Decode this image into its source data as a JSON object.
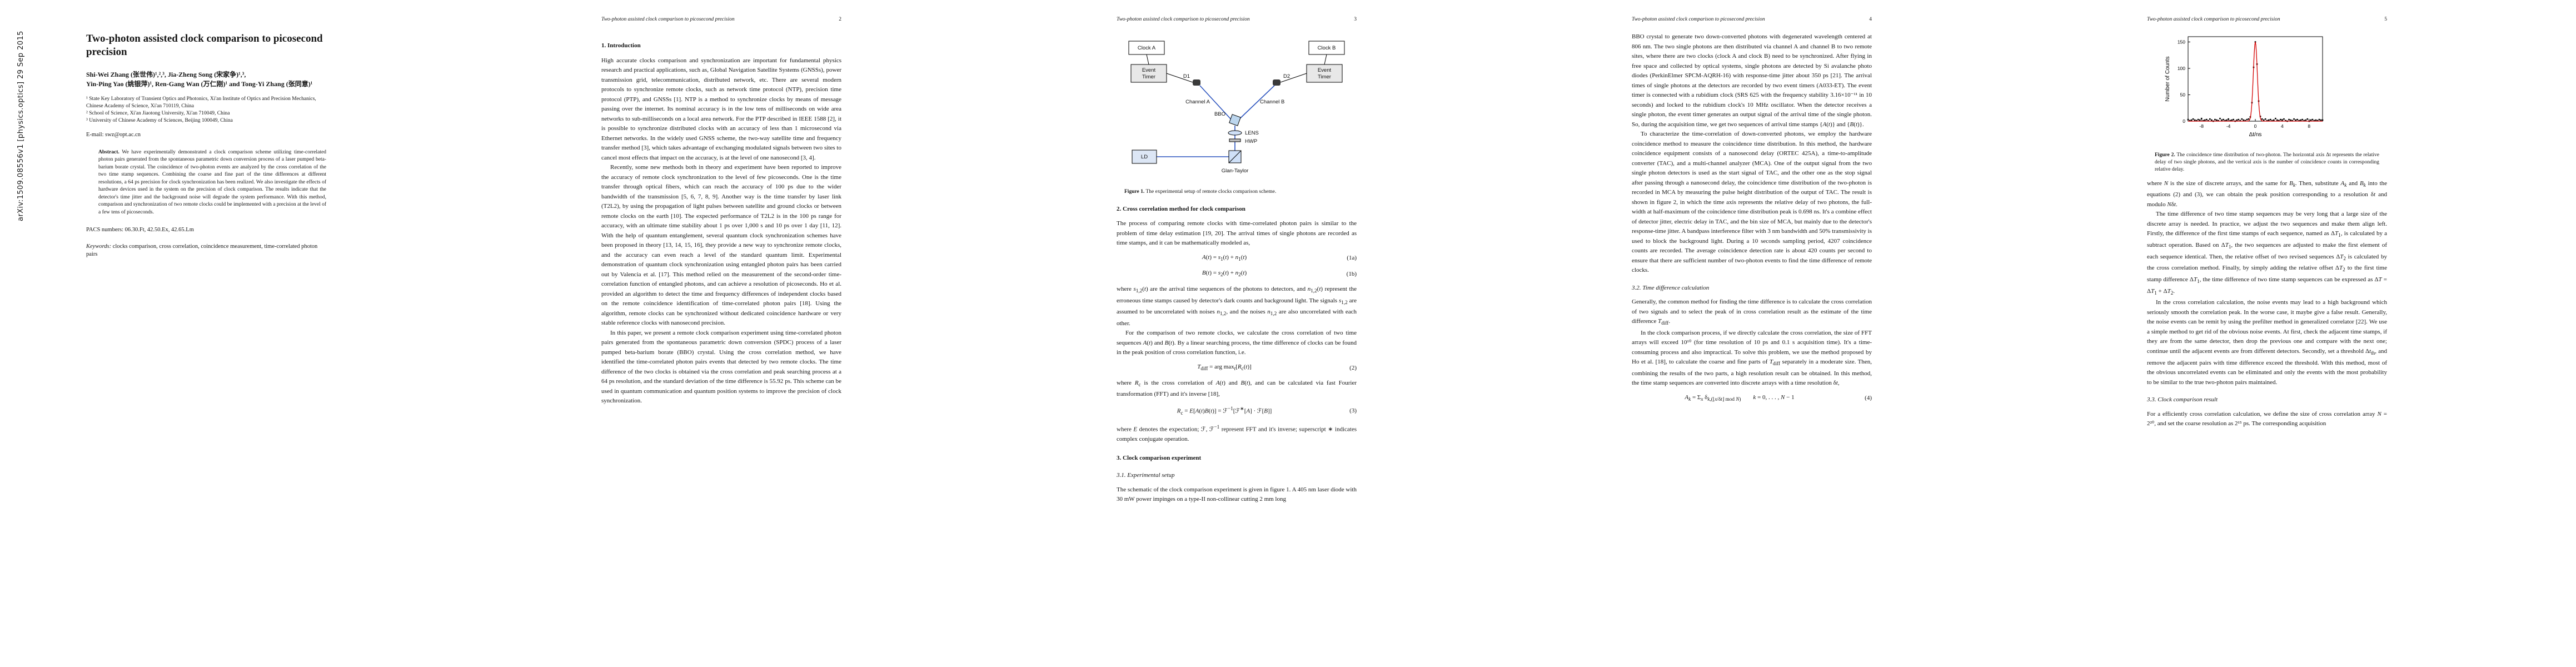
{
  "meta": {
    "arxiv_stamp": "arXiv:1509.08556v1  [physics.optics]  29 Sep 2015"
  },
  "header": {
    "running_title": "Two-photon assisted clock comparison to picosecond precision"
  },
  "page1": {
    "title": "Two-photon assisted clock comparison to picosecond precision",
    "authors_line1": "Shi-Wei Zhang (张世伟)¹,²,³, Jia-Zheng Song (宋家争)¹,³,",
    "authors_line2": "Yin-Ping Yao (姚银萍)¹, Ren-Gang Wan (万仁刚)¹ and Tong-Yi Zhang (张同意)¹",
    "affiliations": [
      "¹ State Key Laboratory of Transient Optics and Photonics, Xi'an Institute of Optics and Precision Mechanics, Chinese Academy of Science, Xi'an 710119, China",
      "² School of Science, Xi'an Jiaotong University, Xi'an 710049, China",
      "³ University of Chinese Academy of Sciences, Beijing 100049, China"
    ],
    "email": "E-mail: swz@opt.ac.cn",
    "abstract_label": "Abstract.",
    "abstract_text": "We have experimentally demonstrated a clock comparison scheme utilizing time-correlated photon pairs generated from the spontaneous parametric down conversion process of a laser pumped beta-barium borate crystal. The coincidence of two-photon events are analyzed by the cross correlation of the two time stamp sequences. Combining the coarse and fine part of the time differences at different resolutions, a 64 ps precision for clock synchronization has been realized. We also investigate the effects of hardware devices used in the system on the precision of clock comparison. The results indicate that the detector's time jitter and the background noise will degrade the system performance. With this method, comparison and synchronization of two remote clocks could be implemented with a precision at the level of a few tens of picoseconds.",
    "pacs": "PACS numbers: 06.30.Ft, 42.50.Ex, 42.65.Lm",
    "keywords_label": "Keywords:",
    "keywords_text": "clocks comparison, cross correlation, coincidence measurement, time-correlated photon pairs"
  },
  "page2": {
    "page_number": "2",
    "section1_title": "1. Introduction",
    "para1": "High accurate clocks comparison and synchronization are important for fundamental physics research and practical applications, such as, Global Navigation Satellite Systems (GNSSs), power transmission grid, telecommunication, distributed network, etc. There are several modern protocols to synchronize remote clocks, such as network time protocol (NTP), precision time protocol (PTP), and GNSSs [1]. NTP is a method to synchronize clocks by means of message passing over the internet. Its nominal accuracy is in the low tens of milliseconds on wide area networks to sub-milliseconds on a local area network. For the PTP described in IEEE 1588 [2], it is possible to synchronize distributed clocks with an accuracy of less than 1 microsecond via Ethernet networks. In the widely used GNSS scheme, the two-way satellite time and frequency transfer method [3], which takes advantage of exchanging modulated signals between two sites to cancel most effects that impact on the accuracy, is at the level of one nanosecond [3, 4].",
    "para2": "Recently, some new methods both in theory and experiment have been reported to improve the accuracy of remote clock synchronization to the level of few picoseconds. One is the time transfer through optical fibers, which can reach the accuracy of 100 ps due to the wider bandwidth of the transmission [5, 6, 7, 8, 9]. Another way is the time transfer by laser link (T2L2), by using the propagation of light pulses between satellite and ground clocks or between remote clocks on the earth [10]. The expected performance of T2L2 is in the 100 ps range for accuracy, with an ultimate time stability about 1 ps over 1,000 s and 10 ps over 1 day [11, 12]. With the help of quantum entanglement, several quantum clock synchronization schemes have been proposed in theory [13, 14, 15, 16], they provide a new way to synchronize remote clocks, and the accuracy can even reach a level of the standard quantum limit. Experimental demonstration of quantum clock synchronization using entangled photon pairs has been carried out by Valencia et al. [17]. This method relied on the measurement of the second-order time-correlation function of entangled photons, and can achieve a resolution of picoseconds. Ho et al. provided an algorithm to detect the time and frequency differences of independent clocks based on the remote coincidence identification of time-correlated photon pairs [18]. Using the algorithm, remote clocks can be synchronized without dedicated coincidence hardware or very stable reference clocks with nanosecond precision.",
    "para3": "In this paper, we present a remote clock comparison experiment using time-correlated photon pairs generated from the spontaneous parametric down conversion (SPDC) process of a laser pumped beta-barium borate (BBO) crystal. Using the cross correlation method, we have identified the time-correlated photon pairs events that detected by two remote clocks. The time difference of the two clocks is obtained via the cross correlation and peak searching process at a 64 ps resolution, and the standard deviation of the time difference is 55.92 ps. This scheme can be used in quantum communication and quantum position systems to improve the precision of clock synchronization."
  },
  "page3": {
    "page_number": "3",
    "figure1": {
      "labels": {
        "clock_a": "Clock A",
        "clock_b": "Clock B",
        "event": "Event",
        "timer": "Timer",
        "channel_a": "Channel A",
        "channel_b": "Channel B",
        "d1": "D1",
        "d2": "D2",
        "bbo": "BBO",
        "lens": "LENS",
        "hwp": "HWP",
        "ld": "LD",
        "glan_taylor": "Glan-Taylor"
      },
      "caption_label": "Figure 1.",
      "caption_text": "The experimental setup of remote clocks comparison scheme."
    },
    "section2_title": "2. Cross correlation method for clock comparison",
    "para1": "The process of comparing remote clocks with time-correlated photon pairs is similar to the problem of time delay estimation [19, 20]. The arrival times of single photons are recorded as time stamps, and it can be mathematically modeled as,",
    "eq1a_html": "<i>A</i>(<i>t</i>) = <i>s</i><sub>1</sub>(<i>t</i>) + <i>n</i><sub>1</sub>(<i>t</i>)",
    "eq1a_num": "(1a)",
    "eq1b_html": "<i>B</i>(<i>t</i>) = <i>s</i><sub>2</sub>(<i>t</i>) + <i>n</i><sub>2</sub>(<i>t</i>)",
    "eq1b_num": "(1b)",
    "para2_html": "where <i>s</i><sub>1,2</sub>(<i>t</i>) are the arrival time sequences of the photons to detectors, and <i>n</i><sub>1,2</sub>(<i>t</i>) represent the erroneous time stamps caused by detector's dark counts and background light. The signals <i>s</i><sub>1,2</sub> are assumed to be uncorrelated with noises <i>n</i><sub>1,2</sub>, and the noises <i>n</i><sub>1,2</sub> are also uncorrelated with each other.",
    "para3_html": "For the comparison of two remote clocks, we calculate the cross correlation of two time sequences <i>A</i>(<i>t</i>) and <i>B</i>(<i>t</i>). By a linear searching process, the time difference of clocks can be found in the peak position of cross correlation function, i.e.",
    "eq2_html": "<i>T</i><sub>diff</sub> = arg max<sub><i>t</i></sub>[<i>R</i><sub>c</sub>(<i>t</i>)]",
    "eq2_num": "(2)",
    "para4_html": "where <i>R</i><sub>c</sub> is the cross correlation of <i>A</i>(<i>t</i>) and <i>B</i>(<i>t</i>), and can be calculated via fast Fourier transformation (FFT) and it's inverse [18],",
    "eq3_html": "<i>R</i><sub>c</sub> = <i>E</i>[<i>A</i>(<i>t</i>)<i>B</i>(<i>t</i>)] = ℱ<sup>−1</sup>[ℱ<sup>∗</sup>[<i>A</i>] · ℱ[<i>B</i>]]",
    "eq3_num": "(3)",
    "para5_html": "where <i>E</i> denotes the expectation; ℱ, ℱ<sup>−1</sup> represent FFT and it's inverse; superscript ∗ indicates complex conjugate operation.",
    "section3_title": "3. Clock comparison experiment",
    "section31_title": "3.1. Experimental setup",
    "para6": "The schematic of the clock comparison experiment is given in figure 1. A 405 nm laser diode with 30 mW power impinges on a type-II non-collinear cutting 2 mm long"
  },
  "page4": {
    "page_number": "4",
    "para1_html": "BBO crystal to generate two down-converted photons with degenerated wavelength centered at 806 nm. The two single photons are then distributed via channel A and channel B to two remote sites, where there are two clocks (clock A and clock B) need to be synchronized. After flying in free space and collected by optical systems, single photons are detected by Si avalanche photo diodes (PerkinElmer SPCM-AQRH-16) with response-time jitter about 350 ps [21]. The arrival times of single photons at the detectors are recorded by two event timers (A033-ET). The event timer is connected with a rubidium clock (SRS 625 with the frequency stability 3.16×10⁻¹¹ in 10 seconds) and locked to the rubidium clock's 10 MHz oscillator. When the detector receives a single photon, the event timer generates an output signal of the arrival time of the single photon. So, during the acquisition time, we get two sequences of arrival time stamps {<i>A</i>(<i>t</i>)} and {<i>B</i>(<i>t</i>)}.",
    "para2": "To characterize the time-correlation of down-converted photons, we employ the hardware coincidence method to measure the coincidence time distribution. In this method, the hardware coincidence equipment consists of a nanosecond delay (ORTEC 425A), a time-to-amplitude converter (TAC), and a multi-channel analyzer (MCA). One of the output signal from the two single photon detectors is used as the start signal of TAC, and the other one as the stop signal after passing through a nanosecond delay, the coincidence time distribution of the two-photon is recorded in MCA by measuring the pulse height distribution of the output of TAC. The result is shown in figure 2, in which the time axis represents the relative delay of two photons, the full-width at half-maximum of the coincidence time distribution peak is 0.698 ns. It's a combine effect of detector jitter, electric delay in TAC, and the bin size of MCA, but mainly due to the detector's response-time jitter. A bandpass interference filter with 3 nm bandwidth and 50% transmissivity is used to block the background light. During a 10 seconds sampling period, 4207 coincidence counts are recorded. The average coincidence detection rate is about 420 counts per second to ensure that there are sufficient number of two-photon events to find the time difference of remote clocks.",
    "section32_title": "3.2. Time difference calculation",
    "para3_html": "Generally, the common method for finding the time difference is to calculate the cross correlation of two signals and to select the peak of in cross correlation result as the estimate of the time difference <i>T</i><sub>diff</sub>.",
    "para4_html": "In the clock comparison process, if we directly calculate the cross correlation, the size of FFT arrays will exceed 10¹⁰ (for time resolution of 10 ps and 0.1 s acquisition time). It's a time-consuming process and also impractical. To solve this problem, we use the method proposed by Ho et al. [18], to calculate the coarse and fine parts of <i>T</i><sub>diff</sub> separately in a moderate size. Then, combining the results of the two parts, a high resolution result can be obtained. In this method, the time stamp sequences are converted into discrete arrays with a time resolution δ<i>t</i>,",
    "eq4_html": "<i>A</i><sub><i>k</i></sub> = Σ<sub><i>x</i></sub> δ<sub><i>k</i>,(⌊<i>x</i>/δ<i>t</i>⌋ mod <i>N</i>)</sub>&emsp;&emsp;<i>k</i> = 0, . . . , <i>N</i> − 1",
    "eq4_num": "(4)"
  },
  "page5": {
    "page_number": "5",
    "figure2": {
      "caption_label": "Figure 2.",
      "caption_text": "The coincidence time distribution of two-photon. The horizontal axis Δt represents the relative delay of two single photons, and the vertical axis is the number of coincidence counts in corresponding relative delay."
    },
    "para1_html": "where <i>N</i> is the size of discrete arrays, and the same for <i>B</i><sub><i>k</i></sub>. Then, substitute <i>A</i><sub><i>k</i></sub> and <i>B</i><sub><i>k</i></sub> into the equations (2) and (3), we can obtain the peak position corresponding to a resolution δ<i>t</i> and modulo <i>N</i>δ<i>t</i>.",
    "para2_html": "The time difference of two time stamp sequences may be very long that a large size of the discrete array is needed. In practice, we adjust the two sequences and make them align left. Firstly, the difference of the first time stamps of each sequence, named as Δ<i>T</i><sub>1</sub>, is calculated by a subtract operation. Based on Δ<i>T</i><sub>1</sub>, the two sequences are adjusted to make the first element of each sequence identical. Then, the relative offset of two revised sequences Δ<i>T</i><sub>2</sub> is calculated by the cross correlation method. Finally, by simply adding the relative offset Δ<i>T</i><sub>2</sub> to the first time stamp difference Δ<i>T</i><sub>1</sub>, the time difference of two time stamp sequences can be expressed as Δ<i>T</i> = Δ<i>T</i><sub>1</sub> + Δ<i>T</i><sub>2</sub>.",
    "para3_html": "In the cross correlation calculation, the noise events may lead to a high background which seriously smooth the correlation peak. In the worse case, it maybe give a false result. Generally, the noise events can be remit by using the prefilter method in generalized correlator [22]. We use a simple method to get rid of the obvious noise events. At first, check the adjacent time stamps, if they are from the same detector, then drop the previous one and compare with the next one; continue until the adjacent events are from different detectors. Secondly, set a threshold Δ<i>t</i><sub>th</sub>, and remove the adjacent pairs with time difference exceed the threshold. With this method, most of the obvious uncorrelated events can be eliminated and only the events with the most probability to be similar to the true two-photon pairs maintained.",
    "section33_title": "3.3. Clock comparison result",
    "para4_html": "For a efficiently cross correlation calculation, we define the size of cross correlation array <i>N</i> = 2²⁰, and set the coarse resolution as 2¹⁵ ps. The corresponding acquisition"
  },
  "chart_data": {
    "type": "scatter",
    "title": "",
    "xlabel": "Δt/ns",
    "ylabel": "Number of Counts",
    "xlim": [
      -10,
      10
    ],
    "ylim": [
      0,
      160
    ],
    "x_ticks": [
      -8,
      -4,
      0,
      4,
      8
    ],
    "y_ticks": [
      0,
      50,
      100,
      150
    ],
    "grid": false,
    "legend_position": "none",
    "x_start": -10,
    "x_step": 0.25,
    "y_values": [
      3,
      1,
      2,
      4,
      2,
      1,
      3,
      2,
      5,
      1,
      2,
      3,
      1,
      4,
      2,
      0,
      3,
      2,
      1,
      5,
      2,
      3,
      1,
      2,
      4,
      1,
      2,
      3,
      0,
      2,
      3,
      1,
      4,
      2,
      1,
      3,
      4,
      8,
      35,
      102,
      150,
      108,
      38,
      9,
      4,
      2,
      4,
      1,
      2,
      3,
      1,
      2,
      5,
      2,
      1,
      3,
      2,
      4,
      1,
      0,
      3,
      2,
      1,
      4,
      2,
      3,
      1,
      2,
      3,
      1,
      2,
      4,
      0,
      2,
      3,
      1,
      2,
      1,
      3,
      2,
      2
    ],
    "series_color": "#000000",
    "peak_counts": 150,
    "fit": {
      "type": "gaussian",
      "name": "Gaussian fit",
      "amplitude": 150,
      "center": 0,
      "fwhm_ns": 0.698,
      "color": "#d40000"
    }
  }
}
